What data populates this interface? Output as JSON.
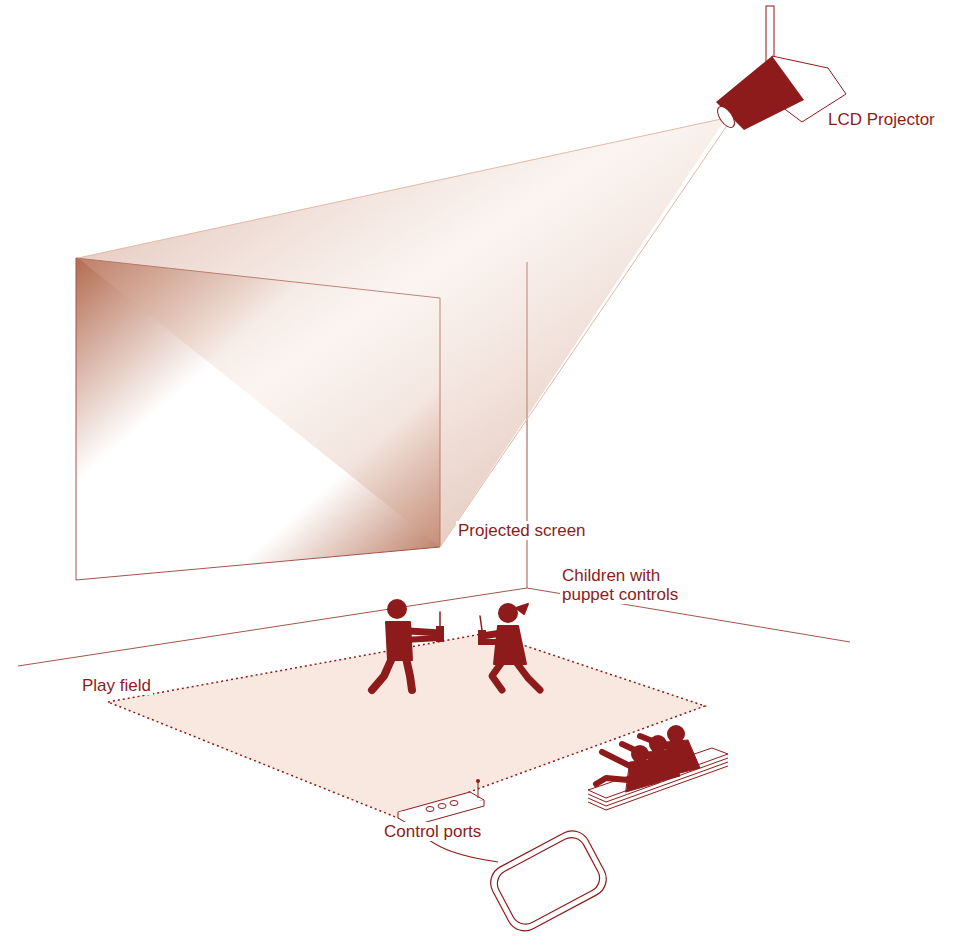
{
  "diagram": {
    "labels": [
      "LCD Projector",
      "Projected screen",
      "Children with puppet controls",
      "Play field",
      "Control ports"
    ]
  }
}
